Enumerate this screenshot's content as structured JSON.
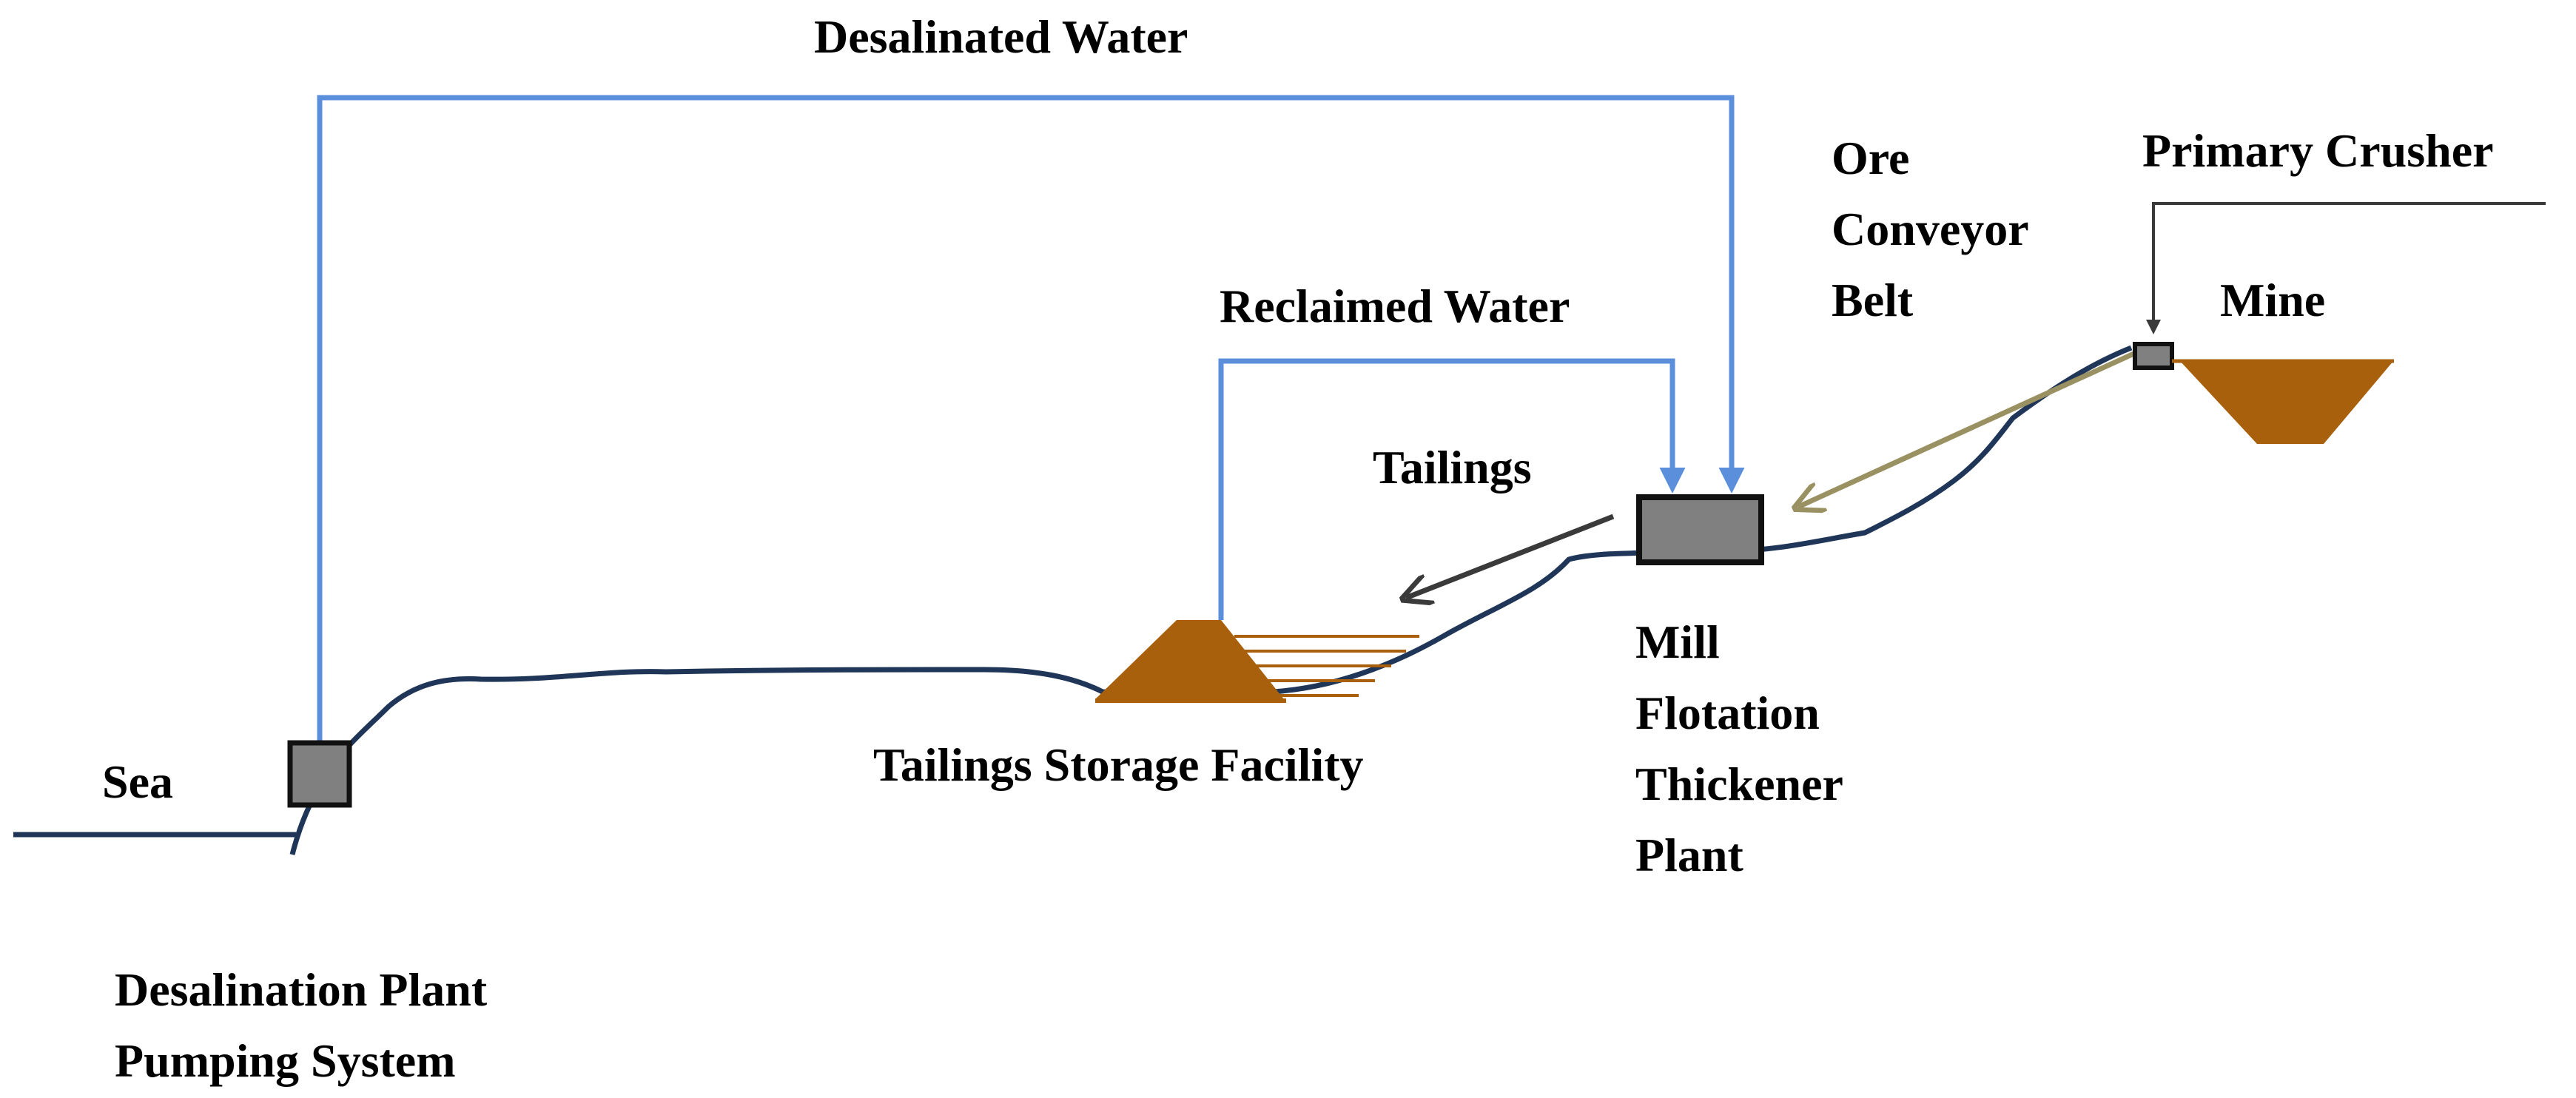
{
  "labels": {
    "desalinated_water": "Desalinated Water",
    "reclaimed_water": "Reclaimed Water",
    "tailings": "Tailings",
    "ore_conveyor_belt": [
      "Ore",
      "Conveyor",
      "Belt"
    ],
    "primary_crusher": "Primary Crusher",
    "mine": "Mine",
    "sea": "Sea",
    "tailings_storage_facility": "Tailings Storage Facility",
    "mill_plant": [
      "Mill",
      "Flotation",
      "Thickener",
      "Plant"
    ],
    "desalination_plant": [
      "Desalination Plant",
      "Pumping System"
    ]
  },
  "colors": {
    "water_pipe": "#5b8fdc",
    "terrain": "#1f3658",
    "facility_box": "#808080",
    "tailings_pile": "#a8600c",
    "tailings_layers": "#a8600c",
    "tailings_arrow": "#3a3a3a",
    "conveyor": "#9a9162",
    "crusher_pointer": "#3a3a3a",
    "mine_pit": "#a8600c"
  }
}
